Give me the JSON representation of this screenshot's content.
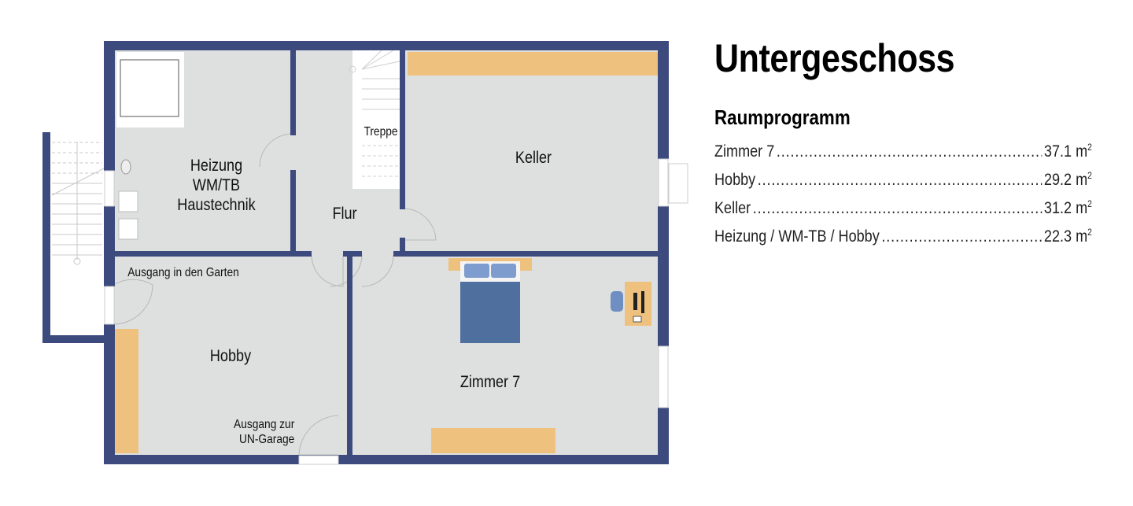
{
  "heading": {
    "title": "Untergeschoss",
    "subtitle": "Raumprogramm"
  },
  "room_program": [
    {
      "name": "Zimmer 7",
      "area": "37.1 m",
      "unit_sup": "2"
    },
    {
      "name": "Hobby",
      "area": "29.2 m",
      "unit_sup": "2"
    },
    {
      "name": "Keller",
      "area": "31.2 m",
      "unit_sup": "2"
    },
    {
      "name": "Heizung / WM-TB / Hobby",
      "area": "22.3 m",
      "unit_sup": "2"
    }
  ],
  "plan": {
    "rooms": {
      "heizung_line1": "Heizung",
      "heizung_line2": "WM/TB",
      "heizung_line3": "Haustechnik",
      "flur": "Flur",
      "treppe": "Treppe",
      "keller": "Keller",
      "hobby": "Hobby",
      "zimmer7": "Zimmer 7"
    },
    "annotations": {
      "garden_exit": "Ausgang in den Garten",
      "garage_exit_line1": "Ausgang zur",
      "garage_exit_line2": "UN-Garage"
    },
    "colors": {
      "wall": "#3d4a7e",
      "floor": "#dedfdf",
      "furniture_wood": "#eec27e",
      "bed_blue": "#4f6f9f"
    }
  }
}
